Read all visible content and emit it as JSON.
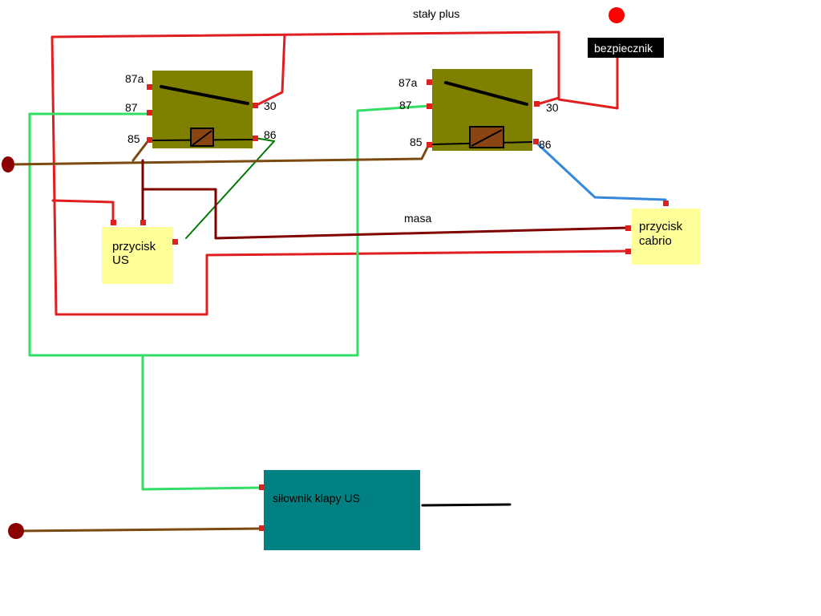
{
  "supply_label": "stały plus",
  "fuse": {
    "label": "bezpiecznik"
  },
  "ground_label": "masa",
  "relays": [
    {
      "pins": {
        "p87a": "87a",
        "p87": "87",
        "p85": "85",
        "p30": "30",
        "p86": "86"
      }
    },
    {
      "pins": {
        "p87a": "87a",
        "p87": "87",
        "p85": "85",
        "p30": "30",
        "p86": "86"
      }
    }
  ],
  "us_button": {
    "line1": "przycisk",
    "line2": "US"
  },
  "cabrio_button": {
    "line1": "przycisk",
    "line2": "cabrio"
  },
  "actuator": {
    "label": "siłownik klapy US"
  },
  "colors": {
    "supply_wire": "#e02020",
    "supply_terminal": "#ff0000",
    "green_wire": "#33dd66",
    "dark_green_wire": "#007a00",
    "brown_wire": "#7a4a10",
    "maroon_wire": "#800000",
    "blue_wire": "#3388dd",
    "ground_terminal": "#8b0000",
    "relay_body": "#808000",
    "coil": "#8b4513",
    "button_body": "#ffff99",
    "actuator_body": "#008080",
    "pin": "#dd2020",
    "fuse_body": "#000000",
    "fuse_text": "#ffffff",
    "actuator_output": "#000000"
  }
}
